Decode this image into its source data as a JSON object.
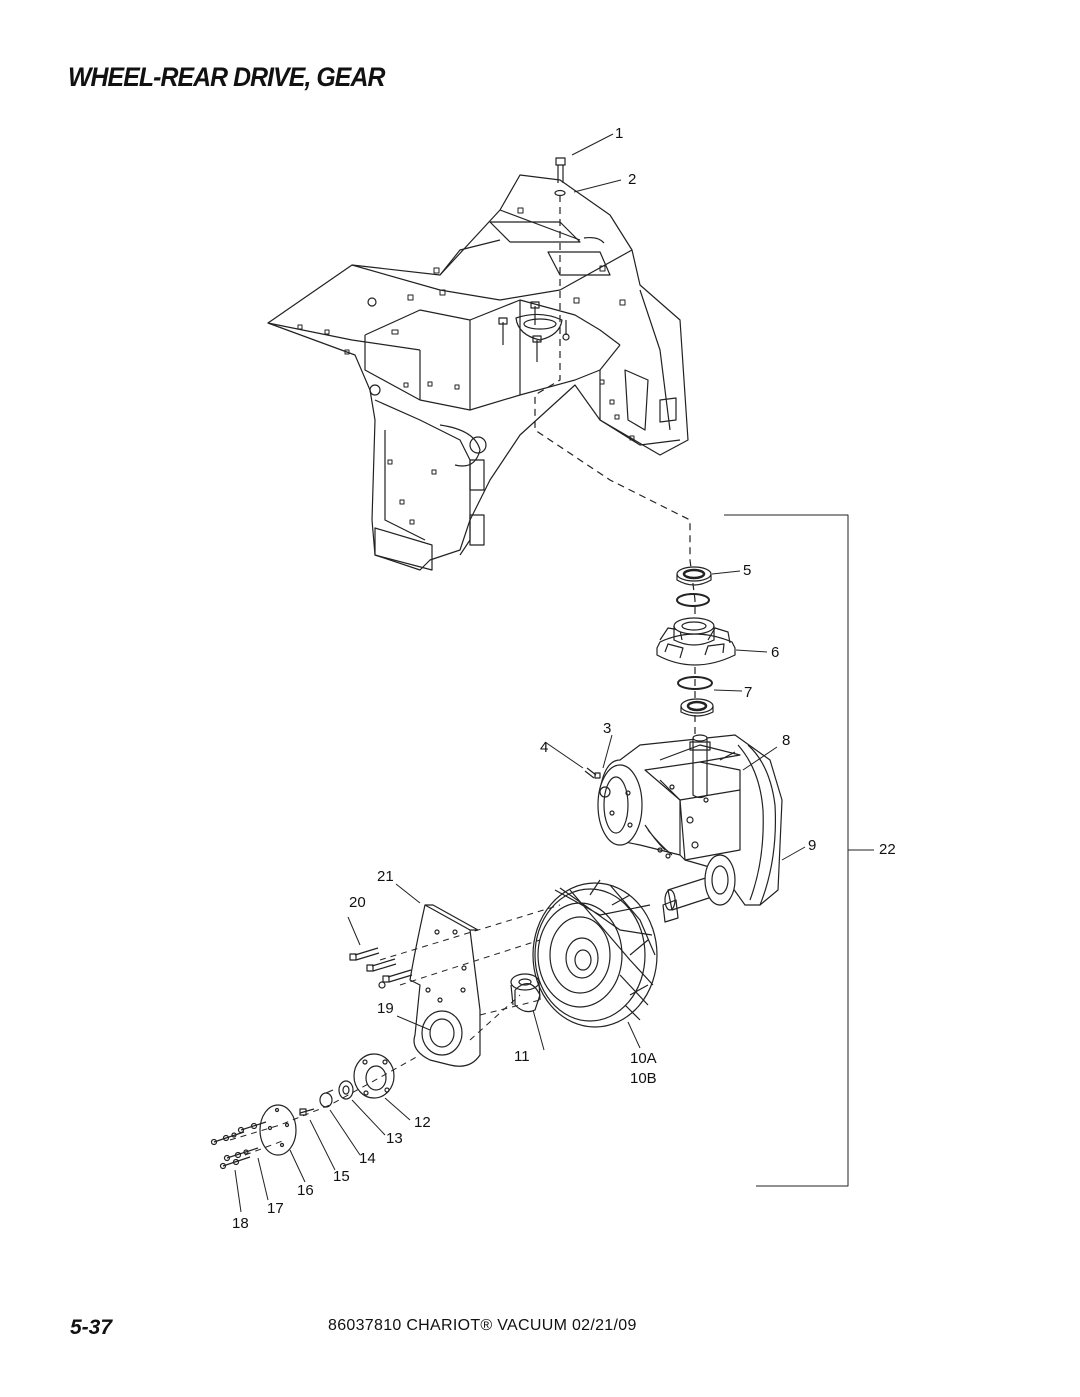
{
  "header": {
    "title": "WHEEL-REAR DRIVE, GEAR"
  },
  "callouts": {
    "c1": "1",
    "c2": "2",
    "c3": "3",
    "c4": "4",
    "c5": "5",
    "c6": "6",
    "c7": "7",
    "c8": "8",
    "c9": "9",
    "c10a": "10A",
    "c10b": "10B",
    "c11": "11",
    "c12": "12",
    "c13": "13",
    "c14": "14",
    "c15": "15",
    "c16": "16",
    "c17": "17",
    "c18": "18",
    "c19": "19",
    "c20": "20",
    "c21": "21",
    "c22": "22"
  },
  "footer": {
    "page_number": "5-37",
    "doc_info": "86037810 CHARIOT® VACUUM 02/21/09"
  }
}
